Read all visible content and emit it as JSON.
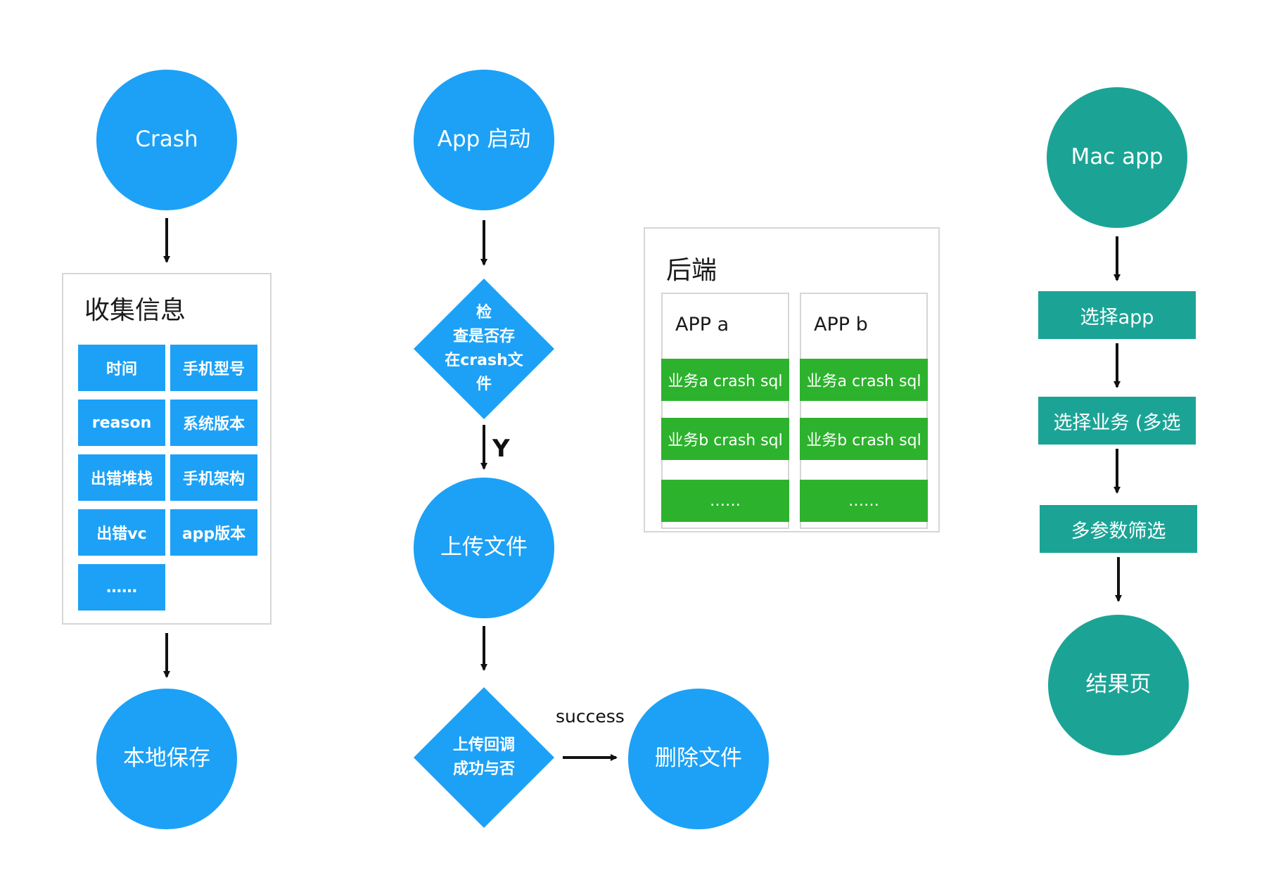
{
  "left_flow": {
    "start": "Crash",
    "info_box": {
      "title": "收集信息",
      "items": [
        "时间",
        "手机型号",
        "reason",
        "系统版本",
        "出错堆栈",
        "手机架构",
        "出错vc",
        "app版本",
        "……"
      ]
    },
    "end": "本地保存"
  },
  "middle_flow": {
    "start": "App 启动",
    "check": [
      "检",
      "查是否存",
      "在crash文",
      "件"
    ],
    "yes_label": "Y",
    "upload": "上传文件",
    "callback": [
      "上传回调",
      "成功与否"
    ],
    "success_label": "success",
    "delete": "删除文件"
  },
  "backend": {
    "title": "后端",
    "columns": [
      {
        "title": "APP a",
        "rows": [
          "业务a crash sql",
          "业务b crash sql",
          "……"
        ]
      },
      {
        "title": "APP b",
        "rows": [
          "业务a crash sql",
          "业务b crash sql",
          "……"
        ]
      }
    ]
  },
  "right_flow": {
    "start": "Mac app",
    "steps": [
      "选择app",
      "选择业务 (多选",
      "多参数筛选"
    ],
    "end": "结果页"
  },
  "colors": {
    "blue": "#1ca1f6",
    "teal": "#1ba496",
    "green": "#2db22d",
    "border": "#d6d6d6"
  }
}
